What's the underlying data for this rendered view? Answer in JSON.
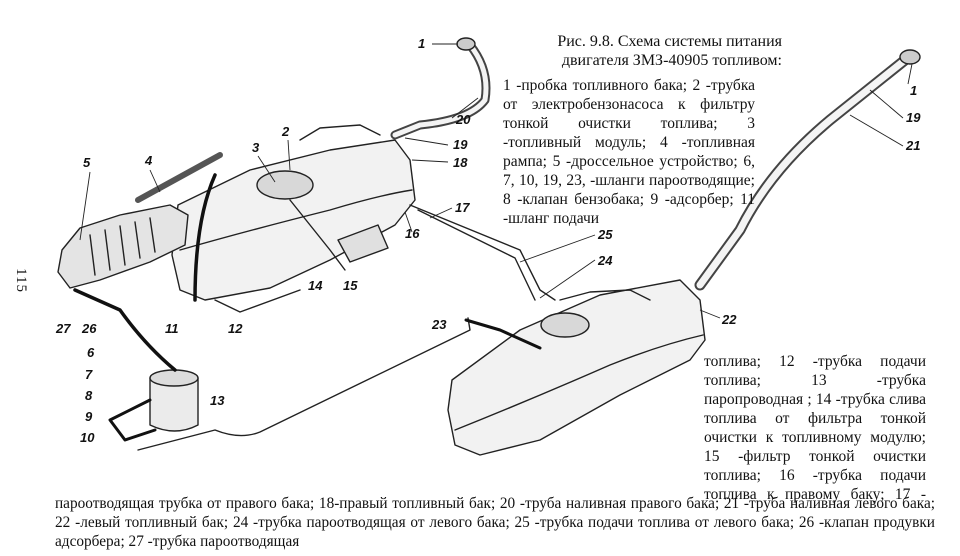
{
  "page_number": "115",
  "caption": {
    "title_line1": "Рис. 9.8. Схема системы питания",
    "title_line2": "двигателя ЗМЗ-40905 топливом:",
    "legend_top": "1 -пробка топливного бака; 2 -трубка от электробензонасоса к фильтру тонкой очистки топлива; 3 -топливный модуль; 4 -топливная рампа; 5 -дроссельное устройство; 6, 7, 10, 19, 23, -шланги пароотводящие; 8 -клапан бензобака; 9 -адсорбер; 11 -шланг подачи",
    "legend_right": "топлива; 12 -трубка подачи топлива; 13 -трубка паропроводная ; 14 -трубка слива топлива от фильтра тонкой очистки к топливному модулю; 15 -фильтр тонкой очистки топлива; 16 -трубка подачи топлива к правому баку; 17 -",
    "legend_bottom": "пароотводящая трубка от правого бака; 18-правый топливный бак; 20 -труба наливная правого бака; 21 -труба наливная левого бака; 22 -левый топливный бак; 24 -трубка пароотводящая от левого бака; 25 -трубка подачи топлива от левого бака; 26 -клапан продувки адсорбера; 27 -трубка пароотводящая"
  },
  "callouts": {
    "c1a": "1",
    "c1b": "1",
    "c2": "2",
    "c3": "3",
    "c4": "4",
    "c5": "5",
    "c6": "6",
    "c7": "7",
    "c8": "8",
    "c9": "9",
    "c10": "10",
    "c11": "11",
    "c12": "12",
    "c13": "13",
    "c14": "14",
    "c15": "15",
    "c16": "16",
    "c17": "17",
    "c18": "18",
    "c19a": "19",
    "c19b": "19",
    "c20": "20",
    "c21": "21",
    "c22": "22",
    "c23": "23",
    "c24": "24",
    "c25": "25",
    "c26": "26",
    "c27": "27"
  }
}
